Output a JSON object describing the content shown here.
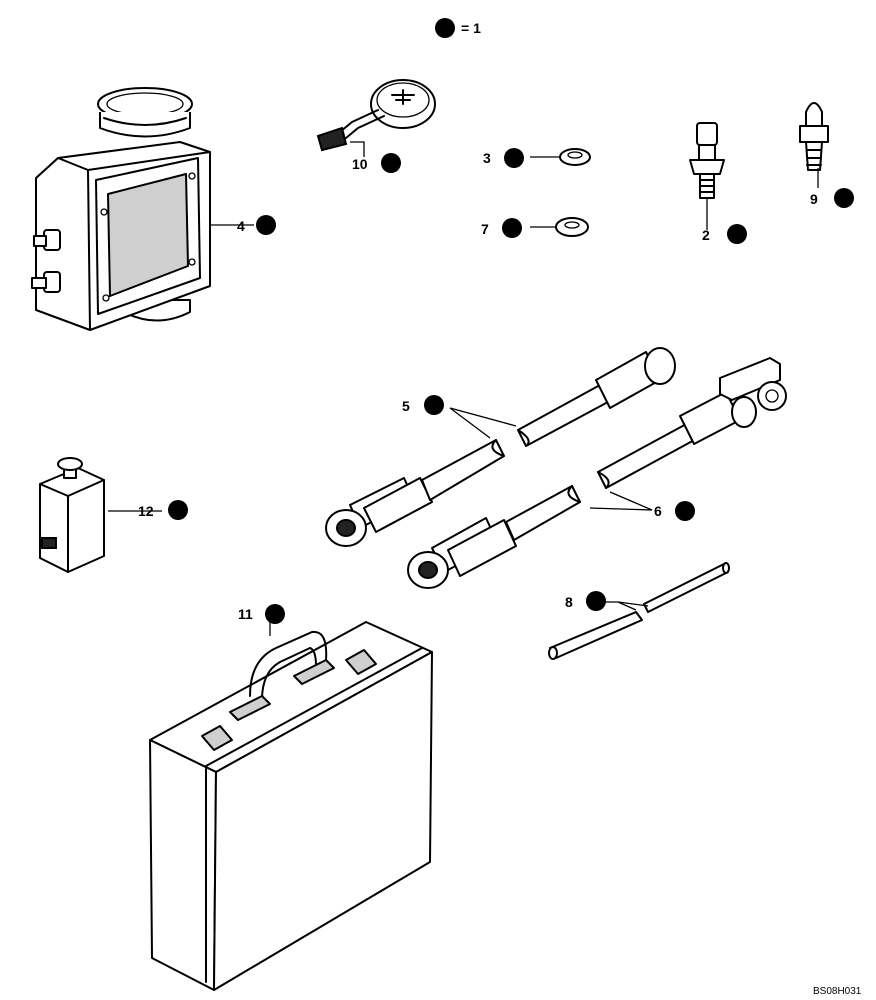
{
  "diagram": {
    "legend_text": "= 1",
    "reference_code": "BS08H031",
    "callouts": [
      {
        "id": "2",
        "text": "2"
      },
      {
        "id": "3",
        "text": "3"
      },
      {
        "id": "4",
        "text": "4"
      },
      {
        "id": "5",
        "text": "5"
      },
      {
        "id": "6",
        "text": "6"
      },
      {
        "id": "7",
        "text": "7"
      },
      {
        "id": "8",
        "text": "8"
      },
      {
        "id": "9",
        "text": "9"
      },
      {
        "id": "10",
        "text": "10"
      },
      {
        "id": "11",
        "text": "11"
      },
      {
        "id": "12",
        "text": "12"
      }
    ]
  }
}
